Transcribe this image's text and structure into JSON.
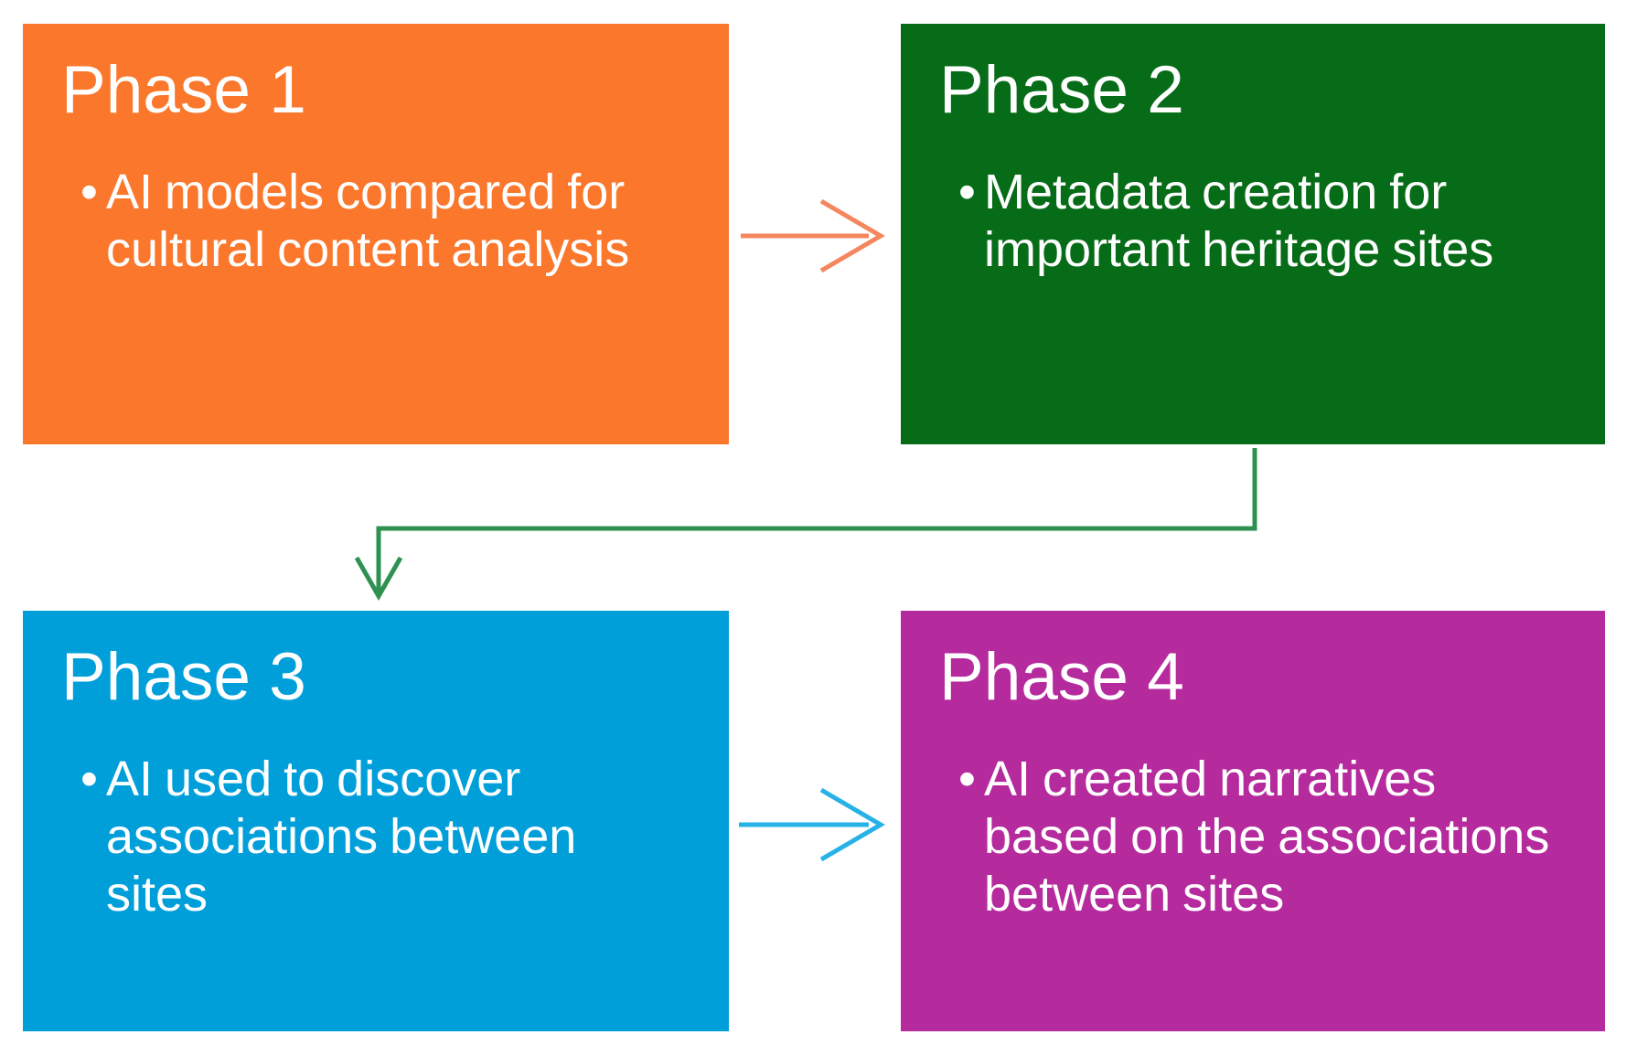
{
  "diagram": {
    "background_color": "#FFFFFF",
    "text_color": "#FFFFFF",
    "bullet": "•",
    "boxes": [
      {
        "id": "phase-1",
        "title": "Phase 1",
        "color": "#FA772C",
        "lines": [
          "AI models compared for",
          "cultural content analysis"
        ]
      },
      {
        "id": "phase-2",
        "title": "Phase 2",
        "color": "#076C17",
        "lines": [
          "Metadata creation for",
          "important heritage sites"
        ]
      },
      {
        "id": "phase-3",
        "title": "Phase 3",
        "color": "#009FDA",
        "lines": [
          "AI used to discover",
          "associations between",
          "sites"
        ]
      },
      {
        "id": "phase-4",
        "title": "Phase 4",
        "color": "#B52A9D",
        "lines": [
          "AI created narratives",
          "based on the associations",
          "between sites"
        ]
      }
    ],
    "arrows": [
      {
        "name": "arrow-phase1-to-phase2",
        "direction": "right",
        "color": "#F4875F"
      },
      {
        "name": "arrow-phase2-to-phase3",
        "direction": "elbow-down-left-down",
        "color": "#2E9150"
      },
      {
        "name": "arrow-phase3-to-phase4",
        "direction": "right",
        "color": "#27B2E7"
      }
    ]
  }
}
